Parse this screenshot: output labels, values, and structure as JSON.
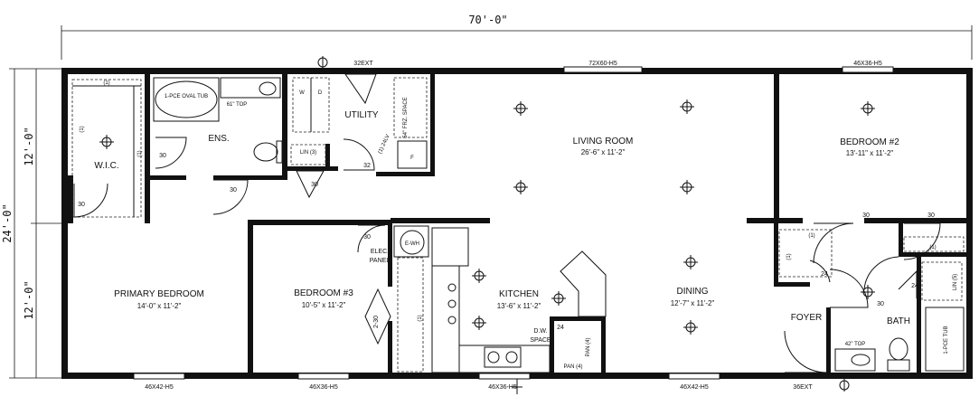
{
  "overall": {
    "width": "70'-0\"",
    "depth": "24'-0\"",
    "half_top": "12'-0\"",
    "half_bottom": "12'-0\""
  },
  "rooms": {
    "wic": "W.I.C.",
    "ens": "ENS.",
    "utility": "UTILITY",
    "living": {
      "name": "LIVING ROOM",
      "size": "26'-6\" x 11'-2\""
    },
    "bedroom2": {
      "name": "BEDROOM #2",
      "size": "13'-11\" x 11'-2\""
    },
    "primary": {
      "name": "PRIMARY BEDROOM",
      "size": "14'-0\" x 11'-2\""
    },
    "bedroom3": {
      "name": "BEDROOM #3",
      "size": "10'-5\" x 11'-2\""
    },
    "kitchen": {
      "name": "KITCHEN",
      "size": "13'-6\" x 11'-2\""
    },
    "dining": {
      "name": "DINING",
      "size": "12'-7\" x 11'-2\""
    },
    "foyer": "FOYER",
    "bath": "BATH"
  },
  "fixtures": {
    "tub": "1-PCE OVAL TUB",
    "top61": "61\" TOP",
    "top42": "42\" TOP",
    "frz": "54\" FRZ. SPACE",
    "lin3": "LIN (3)",
    "lin5": "LIN (5)",
    "ewh": "E-WH",
    "elec1": "ELEC.",
    "elec2": "PANEL",
    "dw1": "D.W.",
    "dw2": "SPACE",
    "pan4a": "PAN (4)",
    "pan4b": "PAN (4)",
    "bath_tub": "1-PCE TUB",
    "shelf": "(1)",
    "closet_230": "2-30",
    "wd_w": "W",
    "wd_d": "D",
    "f": "F",
    "tag_241": "(1) 24LV"
  },
  "windows": {
    "top_center": "72X60-H5",
    "top_right": "46X36-H5",
    "bottom_1": "46X42-H5",
    "bottom_2": "46X36-H5",
    "bottom_3": "46X36-H5",
    "bottom_4": "46X42-H5"
  },
  "doors": {
    "ext_top": "32EXT",
    "ext_bottom": "36EXT",
    "d30": "30",
    "d32": "32",
    "d24": "24"
  }
}
